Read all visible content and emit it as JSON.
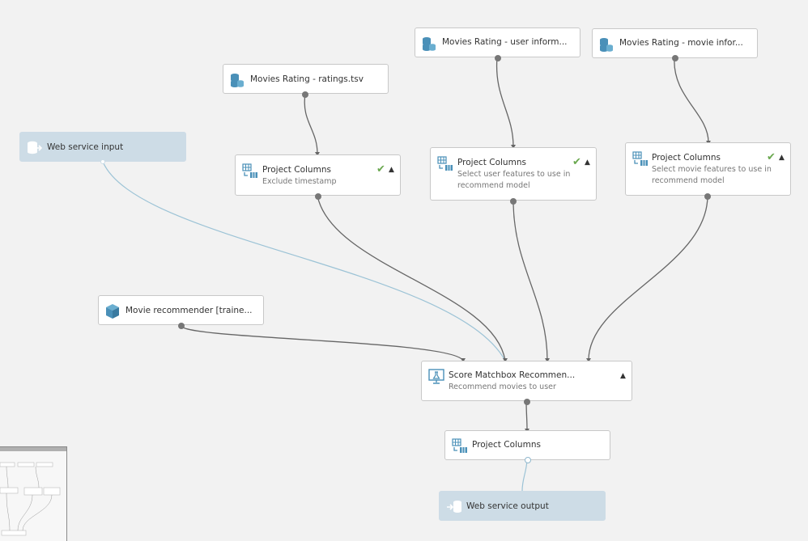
{
  "nodes": {
    "ratings": {
      "title": "Movies Rating - ratings.tsv"
    },
    "user_info": {
      "title": "Movies Rating - user inform..."
    },
    "movie_info": {
      "title": "Movies Rating - movie infor..."
    },
    "ws_input": {
      "title": "Web service input"
    },
    "proj1": {
      "title": "Project Columns",
      "subtitle": "Exclude timestamp"
    },
    "proj2": {
      "title": "Project Columns",
      "subtitle": "Select user features to use in recommend model"
    },
    "proj3": {
      "title": "Project Columns",
      "subtitle": "Select movie features to use in recommend model"
    },
    "recommender": {
      "title": "Movie recommender [traine..."
    },
    "score": {
      "title": "Score Matchbox Recommen...",
      "subtitle": "Recommend movies to user"
    },
    "proj4": {
      "title": "Project Columns"
    },
    "ws_output": {
      "title": "Web service output"
    }
  },
  "icons": {
    "dataset": "database-icon",
    "project": "project-columns-icon",
    "model": "cube-icon",
    "score": "score-icon",
    "ws_in": "web-service-input-icon",
    "ws_out": "web-service-output-icon",
    "check": "checkmark-icon",
    "caret": "caret-up-icon"
  },
  "colors": {
    "canvas": "#f2f2f2",
    "io_node": "#cddce6",
    "icon": "#4a90b8",
    "check": "#6aa84f",
    "edge": "#666666",
    "web_edge": "#9cc3d6"
  }
}
